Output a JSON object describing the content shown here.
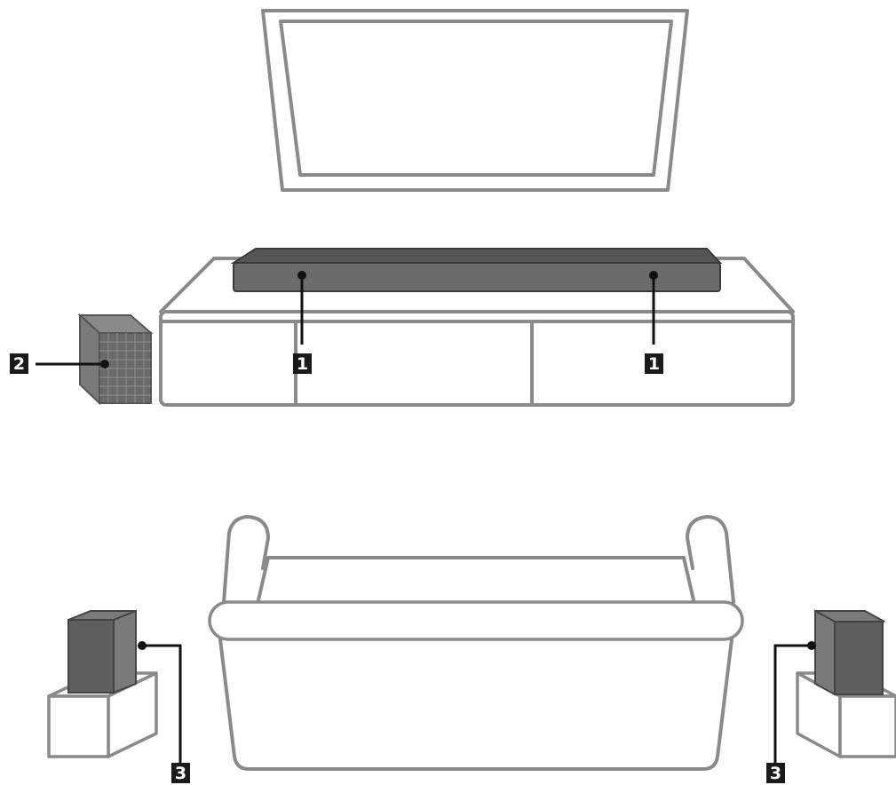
{
  "callouts": {
    "front_speaker_left": "1",
    "front_speaker_right": "1",
    "subwoofer": "2",
    "rear_speaker_left": "3",
    "rear_speaker_right": "3"
  },
  "colors": {
    "outline": "#8a8a8a",
    "soundbar": "#6b6b6b",
    "soundbar_top": "#555555",
    "speaker_front": "#5e5e5e",
    "speaker_side": "#7a7a7a",
    "callout_badge": "#1a1a1a"
  }
}
